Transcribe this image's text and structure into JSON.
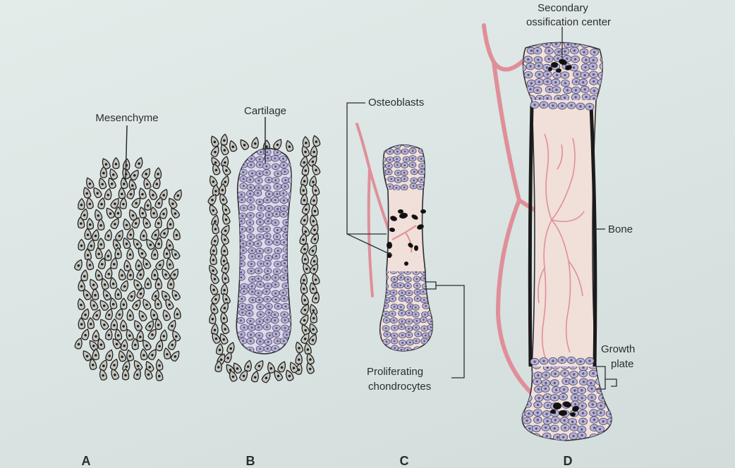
{
  "labels": {
    "mesenchyme": "Mesenchyme",
    "cartilage": "Cartilage",
    "osteoblasts": "Osteoblasts",
    "proliferating_line1": "Proliferating",
    "proliferating_line2": "chondrocytes",
    "secondary_line1": "Secondary",
    "secondary_line2": "ossification center",
    "bone": "Bone",
    "growth_line1": "Growth",
    "growth_line2": "plate"
  },
  "panels": [
    "A",
    "B",
    "C",
    "D"
  ],
  "colors": {
    "background": "#dbe5e3",
    "cell_fill": "#b8b3d6",
    "cell_stroke": "#4a4a66",
    "mesenchyme_fill": "#c7c7c0",
    "vessel": "#e08f99",
    "bone_matrix": "#f1dfd9",
    "ossification": "#111111",
    "line": "#2a2d33"
  }
}
